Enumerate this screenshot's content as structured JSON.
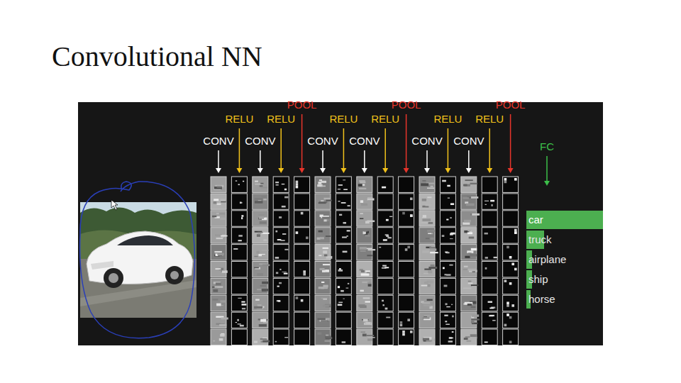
{
  "diagram": {
    "title": "Convolutional NN",
    "nodes": [
      {
        "text": [
          "car"
        ]
      },
      {
        "text": [
          "truck"
        ]
      },
      {
        "text": [
          "airplane"
        ]
      },
      {
        "text": [
          "ship"
        ]
      },
      {
        "text": [
          "horse"
        ]
      }
    ],
    "labels": [
      "CONV",
      "RELU",
      "CONV",
      "RELU",
      "POOL",
      "CONV",
      "RELU",
      "CONV",
      "RELU",
      "POOL",
      "CONV",
      "RELU",
      "CONV",
      "RELU",
      "POOL",
      "FC"
    ]
  }
}
